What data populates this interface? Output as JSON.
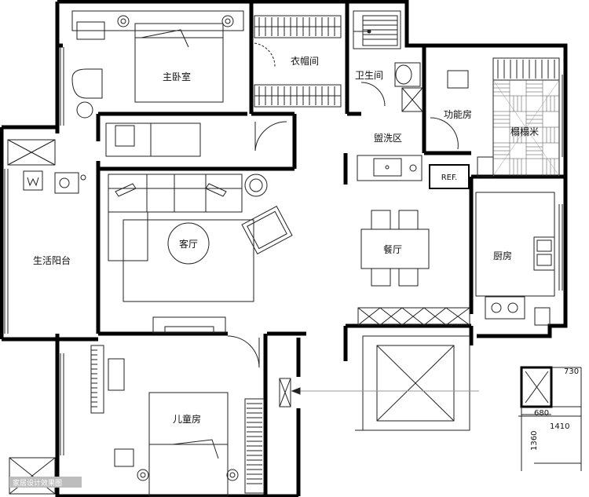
{
  "rooms": {
    "master_bedroom": "主卧室",
    "cloakroom": "衣帽间",
    "bathroom": "卫生间",
    "washing_area": "盥洗区",
    "function_room": "功能房",
    "tatami": "榻榻米",
    "living_balcony": "生活阳台",
    "living_room": "客厅",
    "dining_room": "餐厅",
    "kitchen": "厨房",
    "kids_room": "儿童房"
  },
  "fridge_label": "REF.",
  "dimensions": {
    "d730": "730",
    "d680": "680",
    "d1410": "1410",
    "d1360": "1360"
  },
  "watermark": "家居设计效果图",
  "colors": {
    "wall": "#000000",
    "line": "#222222",
    "background": "#ffffff"
  }
}
